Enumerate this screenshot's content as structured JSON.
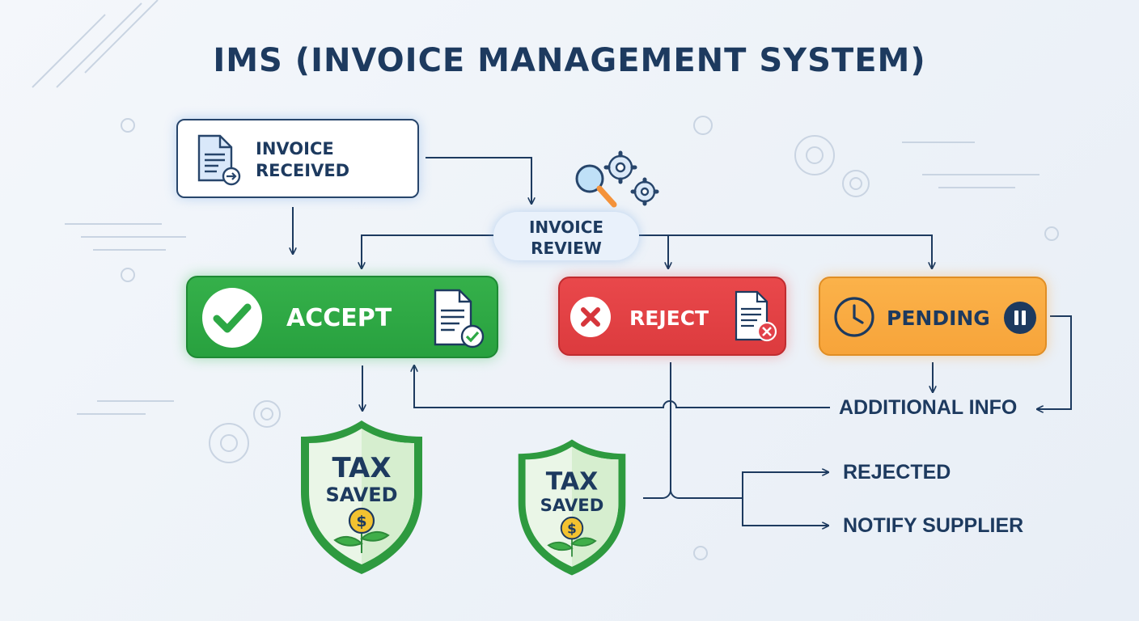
{
  "title": "IMS (INVOICE MANAGEMENT SYSTEM)",
  "nodes": {
    "received": {
      "line1": "INVOICE",
      "line2": "RECEIVED"
    },
    "review": {
      "line1": "INVOICE",
      "line2": "REVIEW"
    },
    "accept": {
      "label": "ACCEPT"
    },
    "reject": {
      "label": "REJECT"
    },
    "pending": {
      "label": "PENDING"
    },
    "additional_info": "ADDITIONAL INFO",
    "rejected": "REJECTED",
    "notify_supplier": "NOTIFY SUPPLIER"
  },
  "badges": {
    "left": {
      "line1": "TAX",
      "line2": "SAVED",
      "symbol": "$"
    },
    "right": {
      "line1": "TAX",
      "line2": "SAVED",
      "symbol": "$"
    }
  },
  "icons": {
    "received": "document-arrow-icon",
    "review": "magnifier-gears-icon",
    "accept": "checkmark-icon",
    "accept_doc": "document-check-icon",
    "reject": "x-mark-icon",
    "reject_doc": "document-x-icon",
    "pending": "clock-icon",
    "pending_pause": "pause-icon",
    "badge": "shield-dollar-plant-icon"
  },
  "colors": {
    "navy": "#1d3a5f",
    "accept": "#2da845",
    "reject": "#e2414a",
    "pending": "#f8a83e",
    "shield_green": "#2e9a3f",
    "coin": "#f2c230"
  }
}
